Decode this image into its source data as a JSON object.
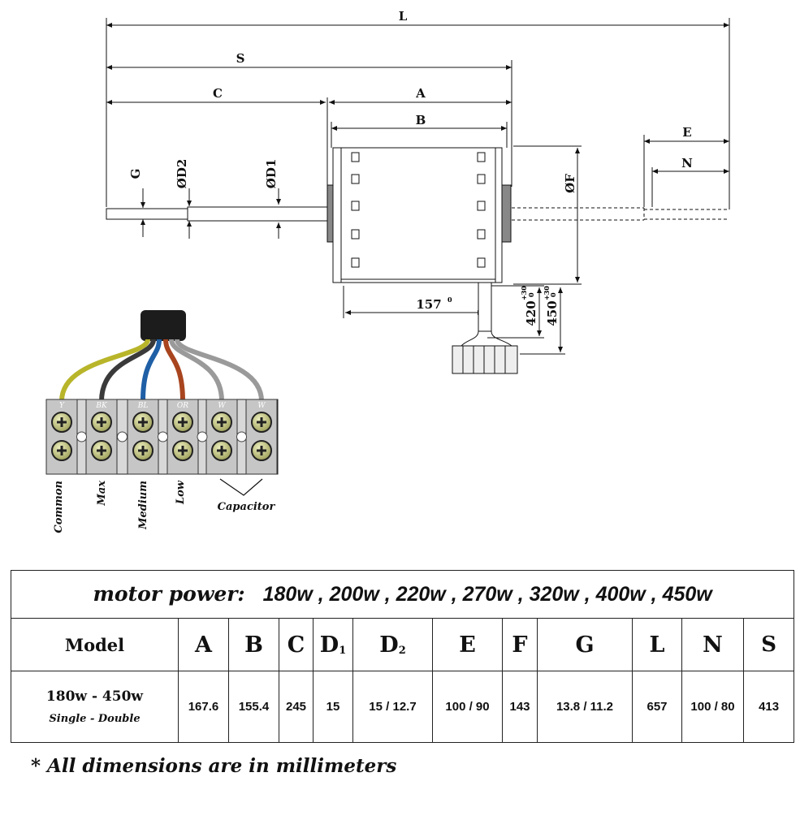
{
  "drawing": {
    "dimensions": {
      "L": "L",
      "S": "S",
      "C": "C",
      "A": "A",
      "B": "B",
      "E": "E",
      "N": "N",
      "G": "G",
      "D2": "ØD2",
      "D1": "ØD1",
      "F": "ØF",
      "w157": "157",
      "w420": "420",
      "w450": "450",
      "tol_plus": "+30",
      "tol_zero": "0"
    },
    "wires": [
      {
        "code": "Y",
        "color": "#b8b52a"
      },
      {
        "code": "BK",
        "color": "#3a3a3a"
      },
      {
        "code": "BL",
        "color": "#1f5fa6"
      },
      {
        "code": "OR",
        "color": "#a8451f"
      },
      {
        "code": "W",
        "color": "#9a9a9a"
      },
      {
        "code": "W",
        "color": "#9a9a9a"
      }
    ],
    "terminal_labels": {
      "common": "Common",
      "max": "Max",
      "medium": "Medium",
      "low": "Low",
      "capacitor": "Capacitor"
    }
  },
  "table": {
    "power_label": "motor power:",
    "power_values": "180w , 200w , 220w , 270w , 320w , 400w , 450w",
    "headers": {
      "model": "Model",
      "A": "A",
      "B": "B",
      "C": "C",
      "D1": "D",
      "D1_sub": "1",
      "D2": "D",
      "D2_sub": "2",
      "E": "E",
      "F": "F",
      "G": "G",
      "L": "L",
      "N": "N",
      "S": "S"
    },
    "row": {
      "model": "180w - 450w",
      "model_sub": "Single - Double",
      "A": "167.6",
      "B": "155.4",
      "C": "245",
      "D1": "15",
      "D2": "15 / 12.7",
      "E": "100 / 90",
      "F": "143",
      "G": "13.8 / 11.2",
      "L": "657",
      "N": "100 / 80",
      "S": "413"
    }
  },
  "footnote": "* All dimensions are in millimeters"
}
